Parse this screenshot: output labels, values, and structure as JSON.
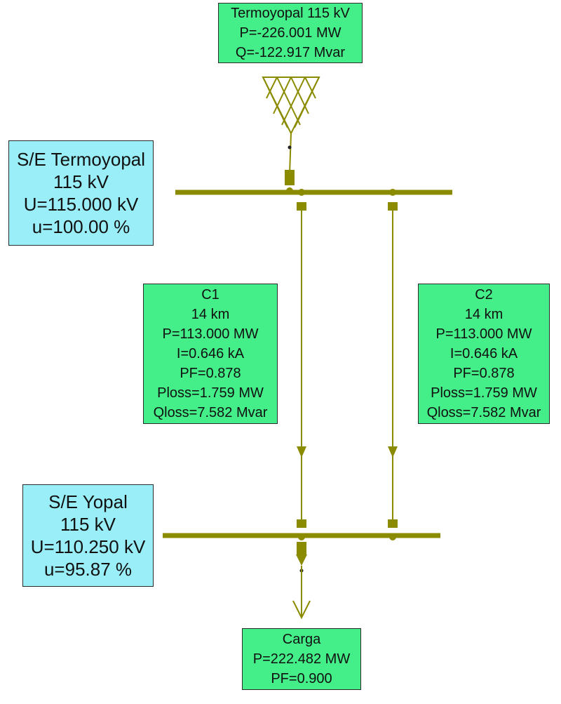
{
  "colors": {
    "element": "#8b8b00",
    "result_box": "#44ee88",
    "bus_box": "#99eef8",
    "border": "#2b2b2b"
  },
  "generator": {
    "name": "Termoyopal 115 kV",
    "p": "P=-226.001 MW",
    "q": "Q=-122.917 Mvar",
    "icon": "generator-delta-icon"
  },
  "bus_termoyopal": {
    "name": "S/E Termoyopal",
    "voltage_level": "115 kV",
    "u_kv": "U=115.000 kV",
    "u_pct": "u=100.00 %"
  },
  "bus_yopal": {
    "name": "S/E Yopal",
    "voltage_level": "115 kV",
    "u_kv": "U=110.250 kV",
    "u_pct": "u=95.87 %"
  },
  "lines": [
    {
      "name": "C1",
      "length": "14 km",
      "p": "P=113.000 MW",
      "i": "I=0.646 kA",
      "pf": "PF=0.878",
      "ploss": "Ploss=1.759 MW",
      "qloss": "Qloss=7.582 Mvar"
    },
    {
      "name": "C2",
      "length": "14 km",
      "p": "P=113.000 MW",
      "i": "I=0.646 kA",
      "pf": "PF=0.878",
      "ploss": "Ploss=1.759 MW",
      "qloss": "Qloss=7.582 Mvar"
    }
  ],
  "load": {
    "name": "Carga",
    "p": "P=222.482 MW",
    "pf": "PF=0.900",
    "icon": "load-arrow-icon"
  }
}
